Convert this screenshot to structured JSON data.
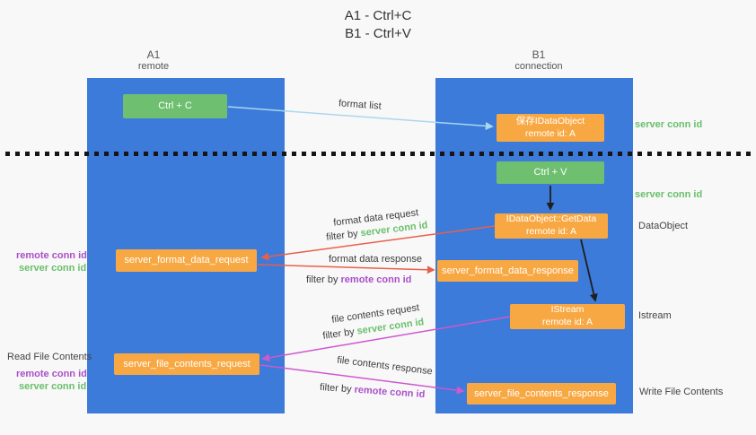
{
  "colors": {
    "lane-blue": "#3c7bd9",
    "box-green": "#6fbf70",
    "box-orange": "#f8a843",
    "arrow-blue": "#a9d7ef",
    "arrow-red": "#e8604c",
    "arrow-magenta": "#cf57cf",
    "arrow-black": "#1f1f1f",
    "text-green": "#6abf6b",
    "text-purple": "#ab4fc8",
    "text-dark": "#3d3d3d"
  },
  "title": {
    "line1": "A1 - Ctrl+C",
    "line2": "B1 - Ctrl+V"
  },
  "lanes": {
    "left": {
      "name": "A1",
      "sub": "remote"
    },
    "right": {
      "name": "B1",
      "sub": "connection"
    }
  },
  "nodes": {
    "ctrl_c": {
      "label": "Ctrl + C"
    },
    "ctrl_v": {
      "label": "Ctrl + V"
    },
    "save_idataobject": {
      "line1": "保存IDataObject",
      "line2": "remote id: A"
    },
    "getdata": {
      "line1": "IDataObject::GetData",
      "line2": "remote id: A"
    },
    "istream": {
      "line1": "IStream",
      "line2": "remote id: A"
    },
    "format_request": {
      "label": "server_format_data_request"
    },
    "format_response": {
      "label": "server_format_data_response"
    },
    "file_request": {
      "label": "server_file_contents_request"
    },
    "file_response": {
      "label": "server_file_contents_response"
    }
  },
  "arrow_labels": {
    "format_list": "format list",
    "format_data_request": "format data request",
    "format_data_response": "format data response",
    "file_contents_request": "file contents request",
    "file_contents_response": "file contents response",
    "filter_by": "filter by",
    "server_conn_id": "server conn id",
    "remote_conn_id": "remote conn id"
  },
  "side_labels": {
    "server_conn_id_top": "server conn id",
    "server_conn_id_mid": "server conn id",
    "dataobject": "DataObject",
    "istream": "Istream",
    "write_file_contents": "Write File Contents",
    "read_file_contents": "Read File Contents",
    "left_remote_conn_id": "remote conn id",
    "left_server_conn_id": "server conn id",
    "left_remote_conn_id_2": "remote conn id",
    "left_server_conn_id_2": "server conn id"
  }
}
